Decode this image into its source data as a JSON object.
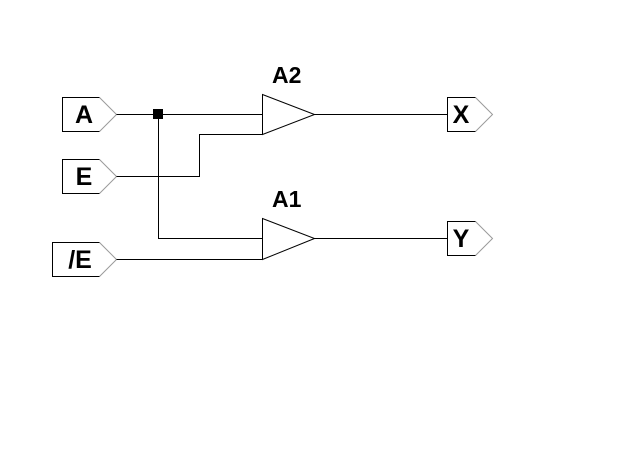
{
  "diagram": {
    "type": "schematic",
    "input_ports": [
      {
        "id": "A",
        "label": "A"
      },
      {
        "id": "E",
        "label": "E"
      },
      {
        "id": "nE",
        "label": "/E"
      }
    ],
    "output_ports": [
      {
        "id": "X",
        "label": "X"
      },
      {
        "id": "Y",
        "label": "Y"
      }
    ],
    "buffers": [
      {
        "id": "A2",
        "label": "A2",
        "inputs": [
          "A",
          "E"
        ],
        "output": "X"
      },
      {
        "id": "A1",
        "label": "A1",
        "inputs": [
          "A",
          "/E"
        ],
        "output": "Y"
      }
    ],
    "nets": [
      {
        "from": "A",
        "to": [
          "A2.in1",
          "A1.in1"
        ],
        "junction": true
      },
      {
        "from": "E",
        "to": [
          "A2.in2"
        ]
      },
      {
        "from": "/E",
        "to": [
          "A1.in2"
        ]
      },
      {
        "from": "A2.out",
        "to": [
          "X"
        ]
      },
      {
        "from": "A1.out",
        "to": [
          "Y"
        ]
      }
    ],
    "colors": {
      "line": "#000000",
      "port_tip": "#9a9a9a",
      "background": "#ffffff"
    }
  }
}
